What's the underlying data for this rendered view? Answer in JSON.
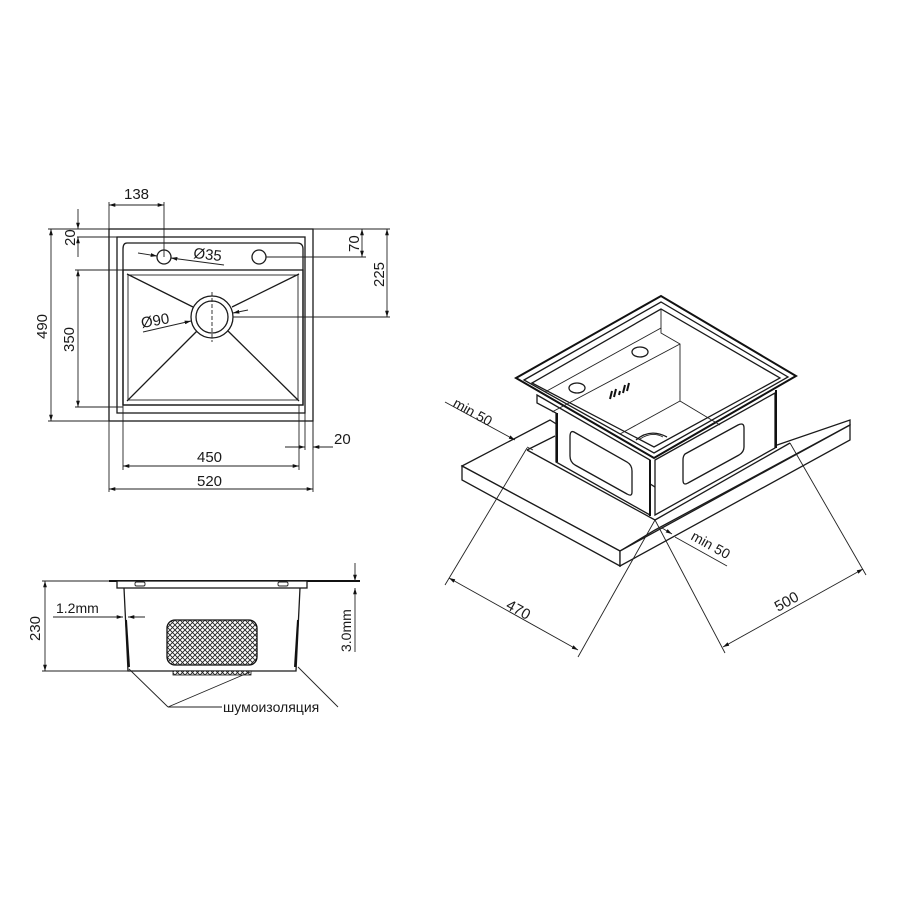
{
  "top_view": {
    "dim_hole_offset": "138",
    "dim_rim": "20",
    "dim_hole_diameter": "Ø35",
    "dim_hole_from_edge": "70",
    "dim_drain_from_edge": "225",
    "dim_total_depth": "490",
    "dim_bowl_depth": "350",
    "dim_drain_diameter": "Ø90",
    "dim_side_rim": "20",
    "dim_bowl_width": "450",
    "dim_total_width": "520"
  },
  "side_view": {
    "dim_height": "230",
    "dim_wall_thickness": "1.2mm",
    "dim_top_thickness": "3.0mm",
    "label_insulation": "шумоизоляция"
  },
  "iso_view": {
    "dim_min_left": "min 50",
    "dim_min_right": "min 50",
    "dim_cabinet_width": "470",
    "dim_cabinet_depth": "500"
  },
  "colors": {
    "line": "#1a1a1a",
    "background": "#ffffff"
  }
}
